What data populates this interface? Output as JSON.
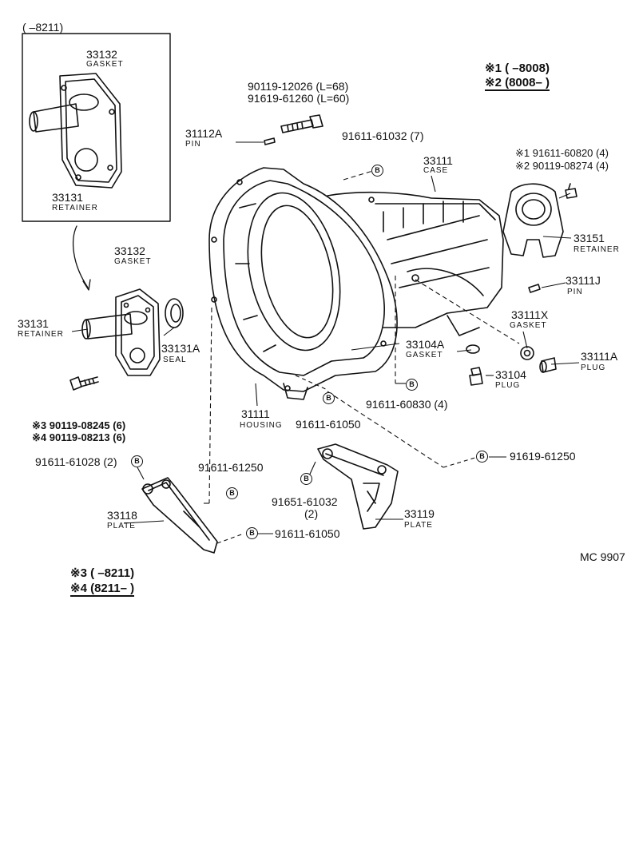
{
  "inset": {
    "range": "(      –8211)",
    "gasket_num": "33132",
    "gasket_name": "GASKET",
    "retainer_num": "33131",
    "retainer_name": "RETAINER"
  },
  "legend_top": {
    "line1": "※1 (      –8008)",
    "line2": "※2 (8008–      )"
  },
  "legend_bottom": {
    "line1": "※3 (      –8211)",
    "line2": "※4 (8211–      )"
  },
  "code": "MC  9907",
  "bolt_marker": "B",
  "parts": {
    "bolt_a": "90119-12026 (L=68)",
    "bolt_b": "91619-61260 (L=60)",
    "pin_num": "31112A",
    "pin_name": "PIN",
    "bolt_7": "91611-61032 (7)",
    "case_num": "33111",
    "case_name": "CASE",
    "note1_bolt": "※1 91611-60820 (4)",
    "note2_bolt": "※2 90119-08274 (4)",
    "retainer_r_num": "33151",
    "retainer_r_name": "RETAINER",
    "gasket2_num": "33132",
    "gasket2_name": "GASKET",
    "retainer2_num": "33131",
    "retainer2_name": "RETAINER",
    "seal_num": "33131A",
    "seal_name": "SEAL",
    "pin2_num": "33111J",
    "pin2_name": "PIN",
    "gasket_x_num": "33111X",
    "gasket_x_name": "GASKET",
    "gasket_a_num": "33104A",
    "gasket_a_name": "GASKET",
    "plug_a_num": "33111A",
    "plug_a_name": "PLUG",
    "plug_num": "33104",
    "plug_name": "PLUG",
    "bolt_4": "91611-60830 (4)",
    "note3_bolt": "※3 90119-08245 (6)",
    "note4_bolt": "※4 90119-08213 (6)",
    "housing_num": "31111",
    "housing_name": "HOUSING",
    "bolt_housing": "91611-61050",
    "bolt_2a": "91611-61028 (2)",
    "bolt_250": "91611-61250",
    "bolt_619_250": "91619-61250",
    "bolt_651": "91651-61032",
    "bolt_651_qty": "(2)",
    "plate1_num": "33118",
    "plate1_name": "PLATE",
    "plate2_num": "33119",
    "plate2_name": "PLATE",
    "bolt_plate": "91611-61050"
  }
}
